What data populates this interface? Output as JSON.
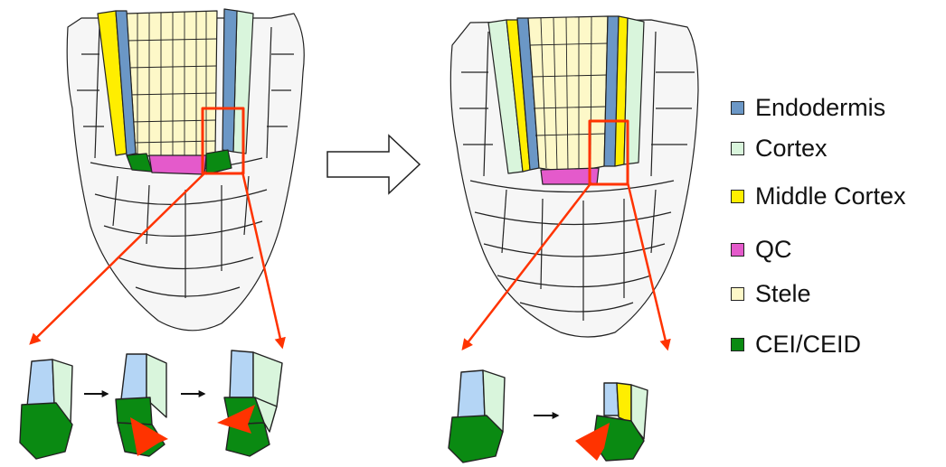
{
  "colors": {
    "endodermis": "#6b97c6",
    "cortex": "#d9f5dc",
    "middle_cortex": "#ffee00",
    "qc": "#e45acb",
    "stele": "#fdf8c8",
    "cei_ceid": "#0a8a12",
    "arrow_red": "#ff3300",
    "outline": "#222222",
    "cell_fill": "#f6f6f6",
    "endodermis_light": "#b4d5f5"
  },
  "legend": [
    {
      "label": "Endodermis",
      "color": "#6b97c6",
      "name": "legend-item-endodermis"
    },
    {
      "label": "Cortex",
      "color": "#d9f5dc",
      "name": "legend-item-cortex"
    },
    {
      "label": "Middle Cortex",
      "color": "#ffee00",
      "name": "legend-item-middle-cortex"
    },
    {
      "label": "QC",
      "color": "#e45acb",
      "name": "legend-item-qc"
    },
    {
      "label": "Stele",
      "color": "#fdf8c8",
      "name": "legend-item-stele"
    },
    {
      "label": "CEI/CEID",
      "color": "#0a8a12",
      "name": "legend-item-cei-ceid"
    }
  ]
}
